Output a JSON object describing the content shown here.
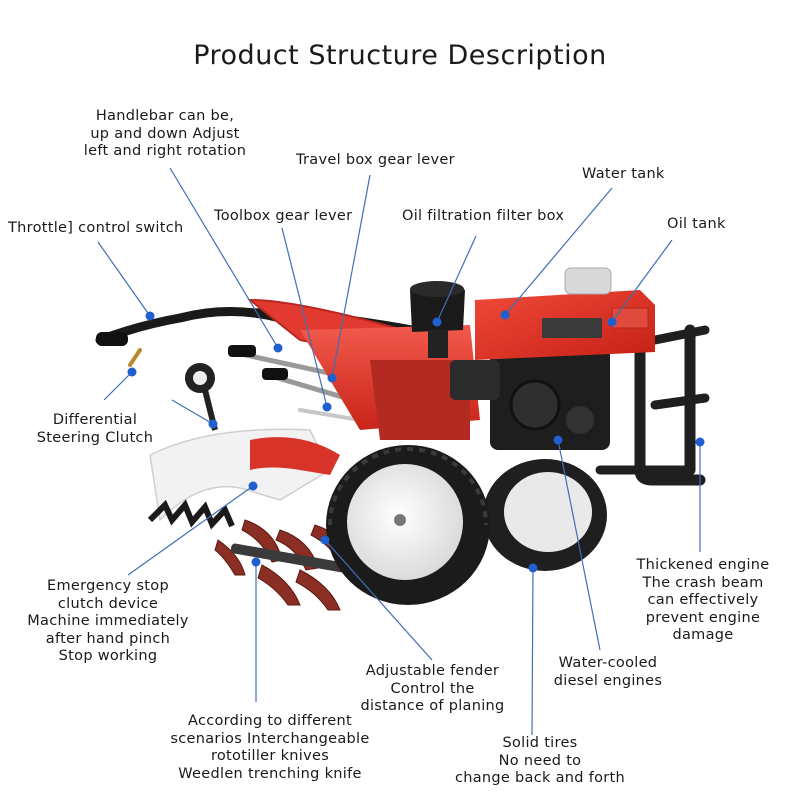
{
  "title": "Product Structure Description",
  "labels": {
    "handlebar": [
      "Handlebar can be,",
      "up and down Adjust",
      "left and right rotation"
    ],
    "travel_lever": [
      "Travel box gear lever"
    ],
    "water_tank": [
      "Water tank"
    ],
    "throttle": [
      "Throttle] control switch"
    ],
    "toolbox_lever": [
      "Toolbox gear lever"
    ],
    "oil_filter": [
      "Oil filtration filter box"
    ],
    "oil_tank": [
      "Oil tank"
    ],
    "differential": [
      "Differential",
      "Steering Clutch"
    ],
    "engine_beam": [
      "Thickened engine",
      "The crash beam",
      "can effectively",
      "prevent engine",
      "damage"
    ],
    "emergency_stop": [
      "Emergency stop",
      "clutch device",
      "Machine immediately",
      "after hand pinch",
      "Stop working"
    ],
    "water_cooled": [
      "Water-cooled",
      "diesel engines"
    ],
    "fender": [
      "Adjustable fender",
      "Control the",
      "distance of planing"
    ],
    "rototiller": [
      "According to different",
      "scenarios Interchangeable",
      "rototiller knives",
      "Weedlen trenching knife"
    ],
    "tires": [
      "Solid tires",
      "No need to",
      "change back and forth"
    ]
  },
  "colors": {
    "leader_line": "#3f6fb5",
    "dot": "#1f5fd0",
    "machine_red": "#e4352c",
    "machine_dark": "#2a2a2a",
    "wheel_white": "#f3f3f3"
  }
}
